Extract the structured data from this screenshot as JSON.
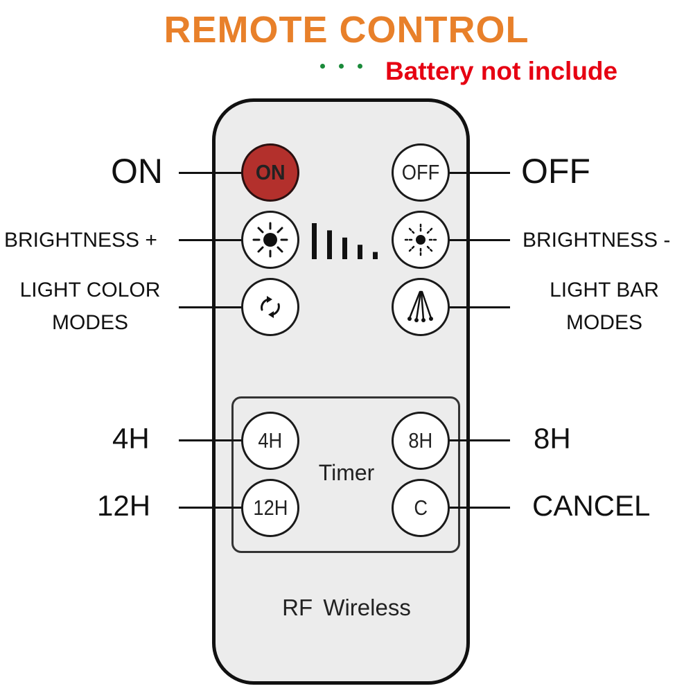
{
  "header": {
    "title": "REMOTE CONTROL",
    "title_color": "#e8802a",
    "battery_note": "Battery not include",
    "battery_color": "#e60012",
    "dots_color": "#1a8a3a"
  },
  "remote": {
    "buttons": {
      "on": "ON",
      "off": "OFF",
      "timer_4h": "4H",
      "timer_8h": "8H",
      "timer_12h": "12H",
      "cancel": "C"
    },
    "on_button_color": "#b3302c",
    "timer_label": "Timer",
    "footer": "RF Wireless",
    "brightness_levels": [
      5,
      4,
      3,
      2,
      1
    ]
  },
  "callouts": {
    "on": "ON",
    "off": "OFF",
    "brightness_plus": "BRIGHTNESS +",
    "brightness_minus": "BRIGHTNESS -",
    "light_color_modes": [
      "LIGHT COLOR",
      "MODES"
    ],
    "light_bar_modes": [
      "LIGHT BAR",
      "MODES"
    ],
    "h4": "4H",
    "h8": "8H",
    "h12": "12H",
    "cancel": "CANCEL"
  },
  "icons": {
    "brightness_plus": "sun-large-icon",
    "brightness_minus": "sun-small-icon",
    "light_color_modes": "cycle-arrows-icon",
    "light_bar_modes": "light-rays-icon"
  }
}
